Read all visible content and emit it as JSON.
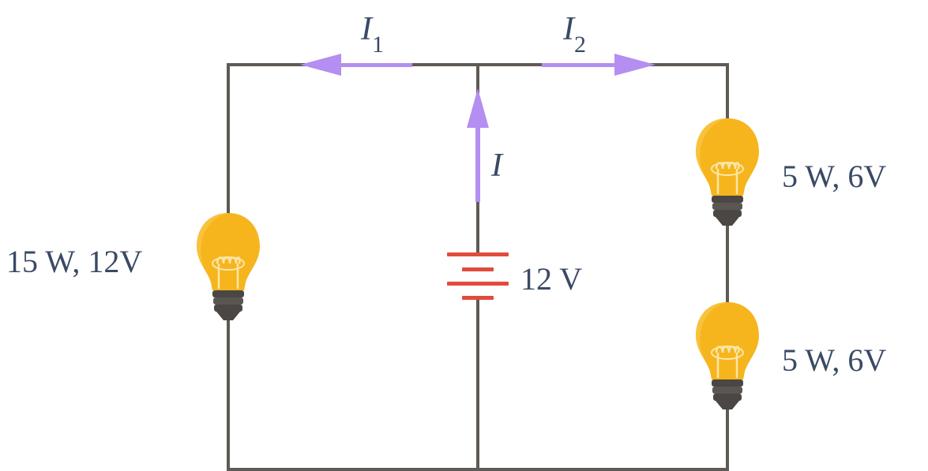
{
  "currents": {
    "main": "I",
    "branch1_symbol": "I",
    "branch1_subscript": "1",
    "branch2_symbol": "I",
    "branch2_subscript": "2"
  },
  "battery": {
    "label": "12 V"
  },
  "bulbs": {
    "left": {
      "label": "15 W, 12V"
    },
    "right_top": {
      "label": "5 W, 6V"
    },
    "right_bottom": {
      "label": "5 W, 6V"
    }
  },
  "colors": {
    "wire": "#5f5a55",
    "current_arrow": "#b48ef0",
    "battery": "#e24b3b",
    "bulb_glass": "#f6b51d",
    "bulb_base": "#4a4744",
    "text": "#3a4a64"
  }
}
